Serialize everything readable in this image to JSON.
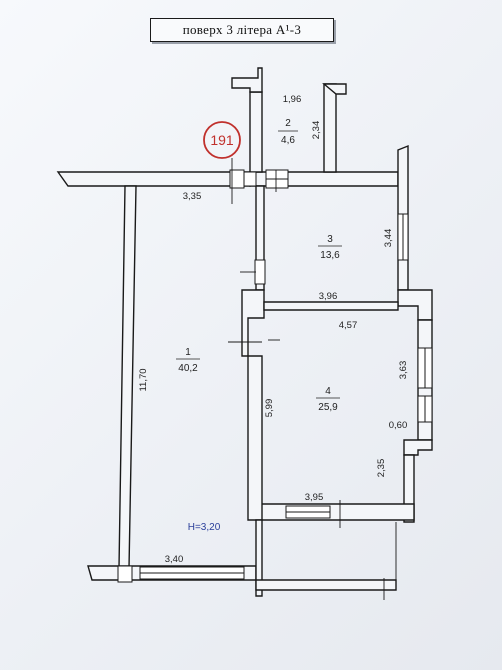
{
  "title": "поверх 3 літера А¹-3",
  "stamp": {
    "number": "191",
    "color": "#c0302c"
  },
  "rooms": [
    {
      "id": "1",
      "area": "40,2"
    },
    {
      "id": "2",
      "area": "4,6"
    },
    {
      "id": "3",
      "area": "13,6"
    },
    {
      "id": "4",
      "area": "25,9"
    }
  ],
  "dimensions": {
    "top_width": "1,96",
    "room2_height": "2,34",
    "corridor_width": "3,35",
    "room3_height": "3,44",
    "room3_width": "3,96",
    "room4_top": "4,57",
    "room4_right": "3,63",
    "room4_notch": "0,60",
    "room4_lower_right": "2,35",
    "room4_left": "5,99",
    "room4_bottom": "3,95",
    "room1_height": "11,70",
    "room1_bottom": "3,40"
  },
  "ceiling_height": "Н=3,20",
  "colors": {
    "ink": "#1a1a1a",
    "ceiling_label": "#2a3f9a",
    "paper": "#f4f6f9"
  }
}
